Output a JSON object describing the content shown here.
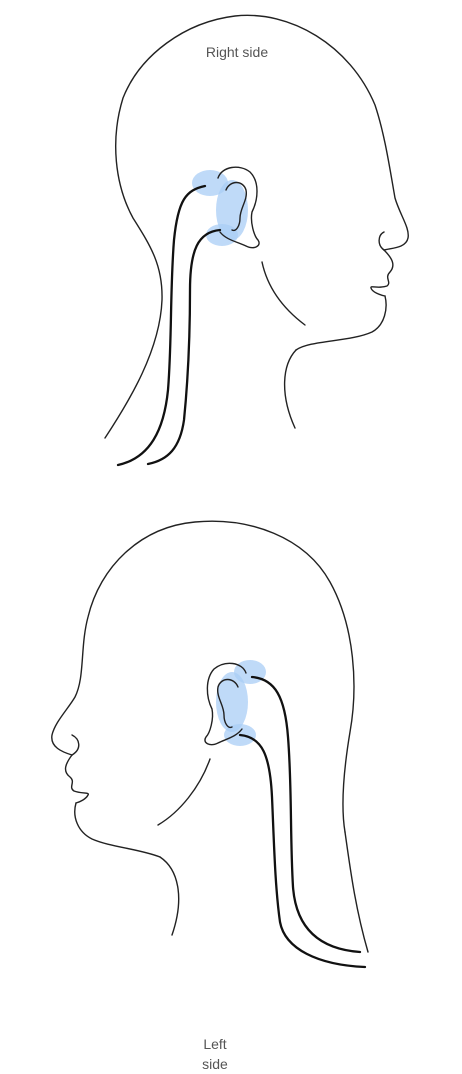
{
  "diagram": {
    "right_view": {
      "label": "Right side"
    },
    "left_view": {
      "label_line1": "Left",
      "label_line2": "side"
    },
    "colors": {
      "line": "#222222",
      "cable": "#111111",
      "electrode_highlight": "#a9cdf5",
      "label_text": "#555555"
    }
  }
}
